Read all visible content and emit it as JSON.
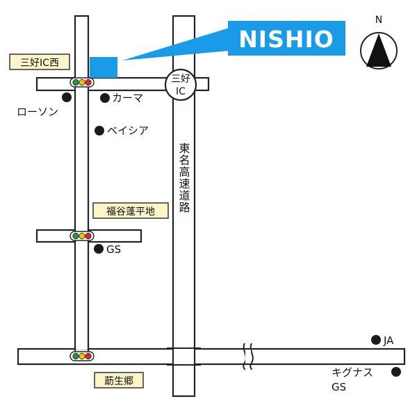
{
  "brand": {
    "logo_text": "NISHIO",
    "color": "#1a9be8"
  },
  "compass": {
    "north_label": "N"
  },
  "expressway": {
    "name": "東名高速道路"
  },
  "interchange": {
    "label_line1": "三好",
    "label_line2": "IC"
  },
  "intersections": {
    "top": "三好IC西",
    "middle": "福谷蓬平地",
    "bottom": "莇生郷"
  },
  "landmarks": {
    "lawson": "ローソン",
    "karma": "カーマ",
    "beisia": "ベイシア",
    "gs_middle": "GS",
    "ja": "JA",
    "kiguna_line1": "キグナス",
    "kiguna_line2": "GS"
  },
  "colors": {
    "signal_green": "#1f9a3a",
    "signal_yellow": "#f2c400",
    "signal_red": "#e02a1e",
    "tag_fill": "#fbf5c8"
  }
}
